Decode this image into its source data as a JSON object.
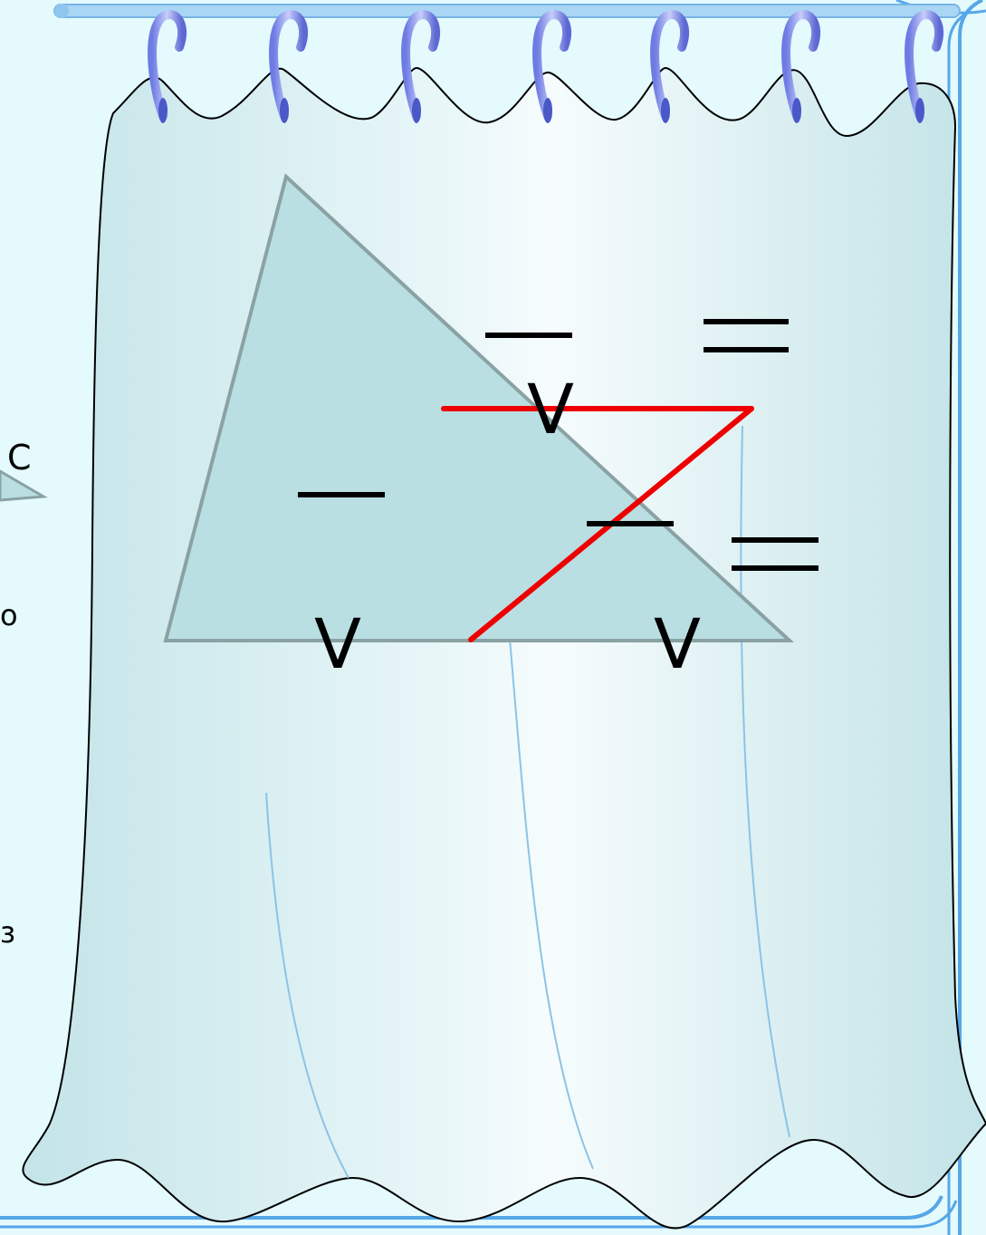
{
  "colors": {
    "background": "#e4fafd",
    "curtain_fill": "#c6e8ec",
    "curtain_stroke": "#000000",
    "rod": "#8fc6ef",
    "rings": "#6f78e0",
    "frame": "#55a7e8",
    "triangle_fill": "#b9dfe3",
    "triangle_stroke": "#8aa2a4",
    "construction_line": "#ee0000",
    "marks": "#000000"
  },
  "icons": {
    "rings": "curtain-ring-icon",
    "curtain": "curtain-icon"
  },
  "left_edge_text": {
    "letter_c": "C",
    "letter_o": "o",
    "letter_z": "з"
  },
  "angle_marks": {
    "top": "V",
    "bottom_left": "V",
    "bottom_right": "V"
  }
}
